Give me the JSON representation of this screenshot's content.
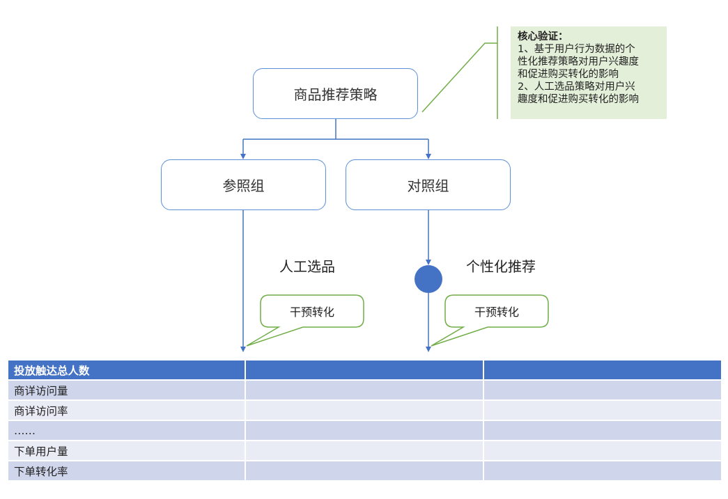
{
  "diagram": {
    "root": "商品推荐策略",
    "group_a": "参照组",
    "group_b": "对照组",
    "branch_a_label": "人工选品",
    "branch_b_label": "个性化推荐",
    "callout_a": "干预转化",
    "callout_b": "干预转化"
  },
  "note": {
    "title": "核心验证：",
    "lines": [
      "1、基于用户行为数据的个",
      "性化推荐策略对用户兴趣度",
      "和促进购买转化的影响",
      "2、人工选品策略对用户兴",
      "趣度和促进购买转化的影响"
    ]
  },
  "table": {
    "header": [
      "投放触达总人数",
      "",
      ""
    ],
    "rows": [
      [
        "商详访问量",
        "",
        ""
      ],
      [
        "商详访问率",
        "",
        ""
      ],
      [
        "……",
        "",
        ""
      ],
      [
        "下单用户量",
        "",
        ""
      ],
      [
        "下单转化率",
        "",
        ""
      ]
    ]
  },
  "colors": {
    "accent_blue": "#4472c4",
    "line_blue": "#5b8fd6",
    "callout_green": "#70ad47",
    "note_bg": "#e3efd9",
    "row_dark": "#cfd5ea",
    "row_light": "#e9ebf5"
  }
}
